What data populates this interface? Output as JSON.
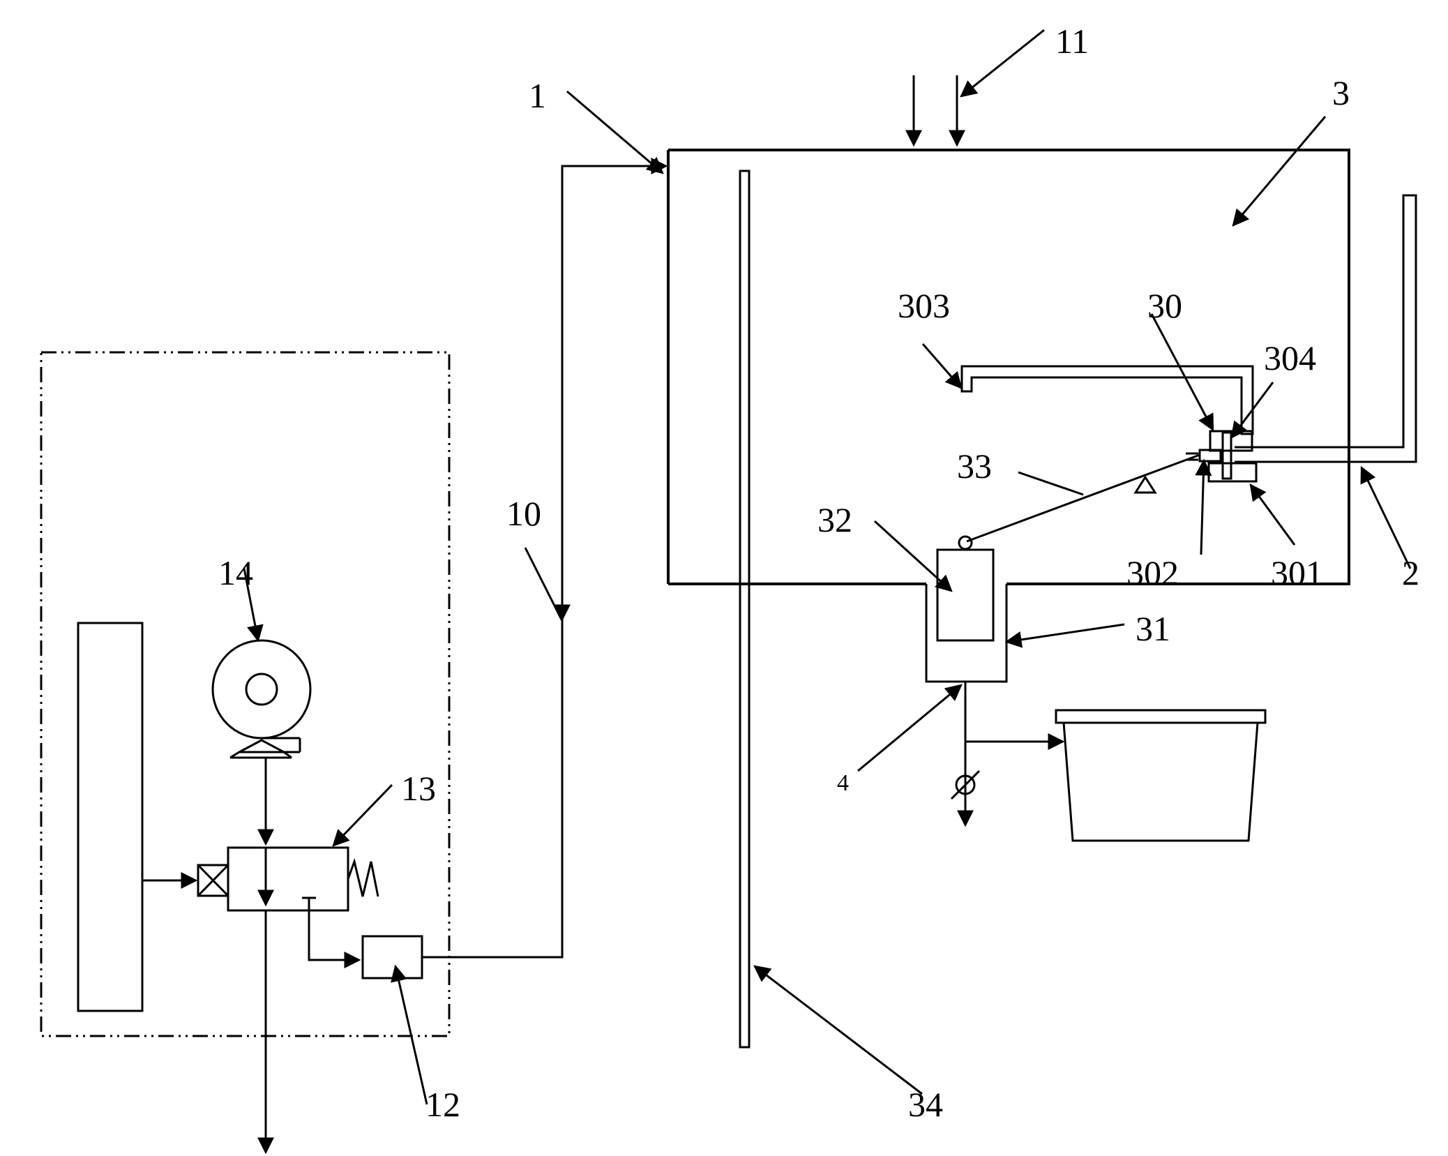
{
  "labels": {
    "l1": "1",
    "l2": "2",
    "l3": "3",
    "l4": "4",
    "l10": "10",
    "l11": "11",
    "l12": "12",
    "l13": "13",
    "l14": "14",
    "l30": "30",
    "l31": "31",
    "l32": "32",
    "l33": "33",
    "l34": "34",
    "l301": "301",
    "l302": "302",
    "l303": "303",
    "l304": "304"
  }
}
